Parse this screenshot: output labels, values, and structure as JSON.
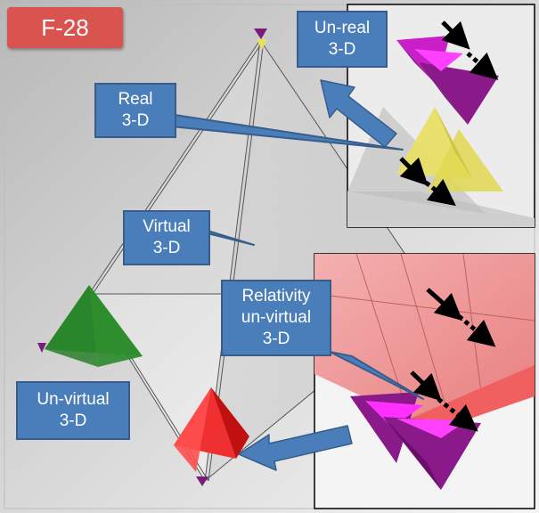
{
  "figure_tag": "F-28",
  "callouts": {
    "real": {
      "line1": "Real",
      "line2": "3-D"
    },
    "unreal": {
      "line1": "Un-real",
      "line2": "3-D"
    },
    "virtual": {
      "line1": "Virtual",
      "line2": "3-D"
    },
    "relativity": {
      "line1": "Relativity",
      "line2": "un-virtual",
      "line3": "3-D"
    },
    "unvirtual": {
      "line1": "Un-virtual",
      "line2": "3-D"
    }
  },
  "colors": {
    "tag": "#d9534f",
    "callout_fill": "#4a7ebb",
    "callout_border": "#385d8a",
    "real_tetra": "#e8e060",
    "unreal_tetra": "#a020a0",
    "unreal_highlight": "#ff30ff",
    "virtual_tetra": "#2fa52f",
    "unvirtual_tetra": "#e02020",
    "relativity_backdrop": "#f2a0a0"
  }
}
